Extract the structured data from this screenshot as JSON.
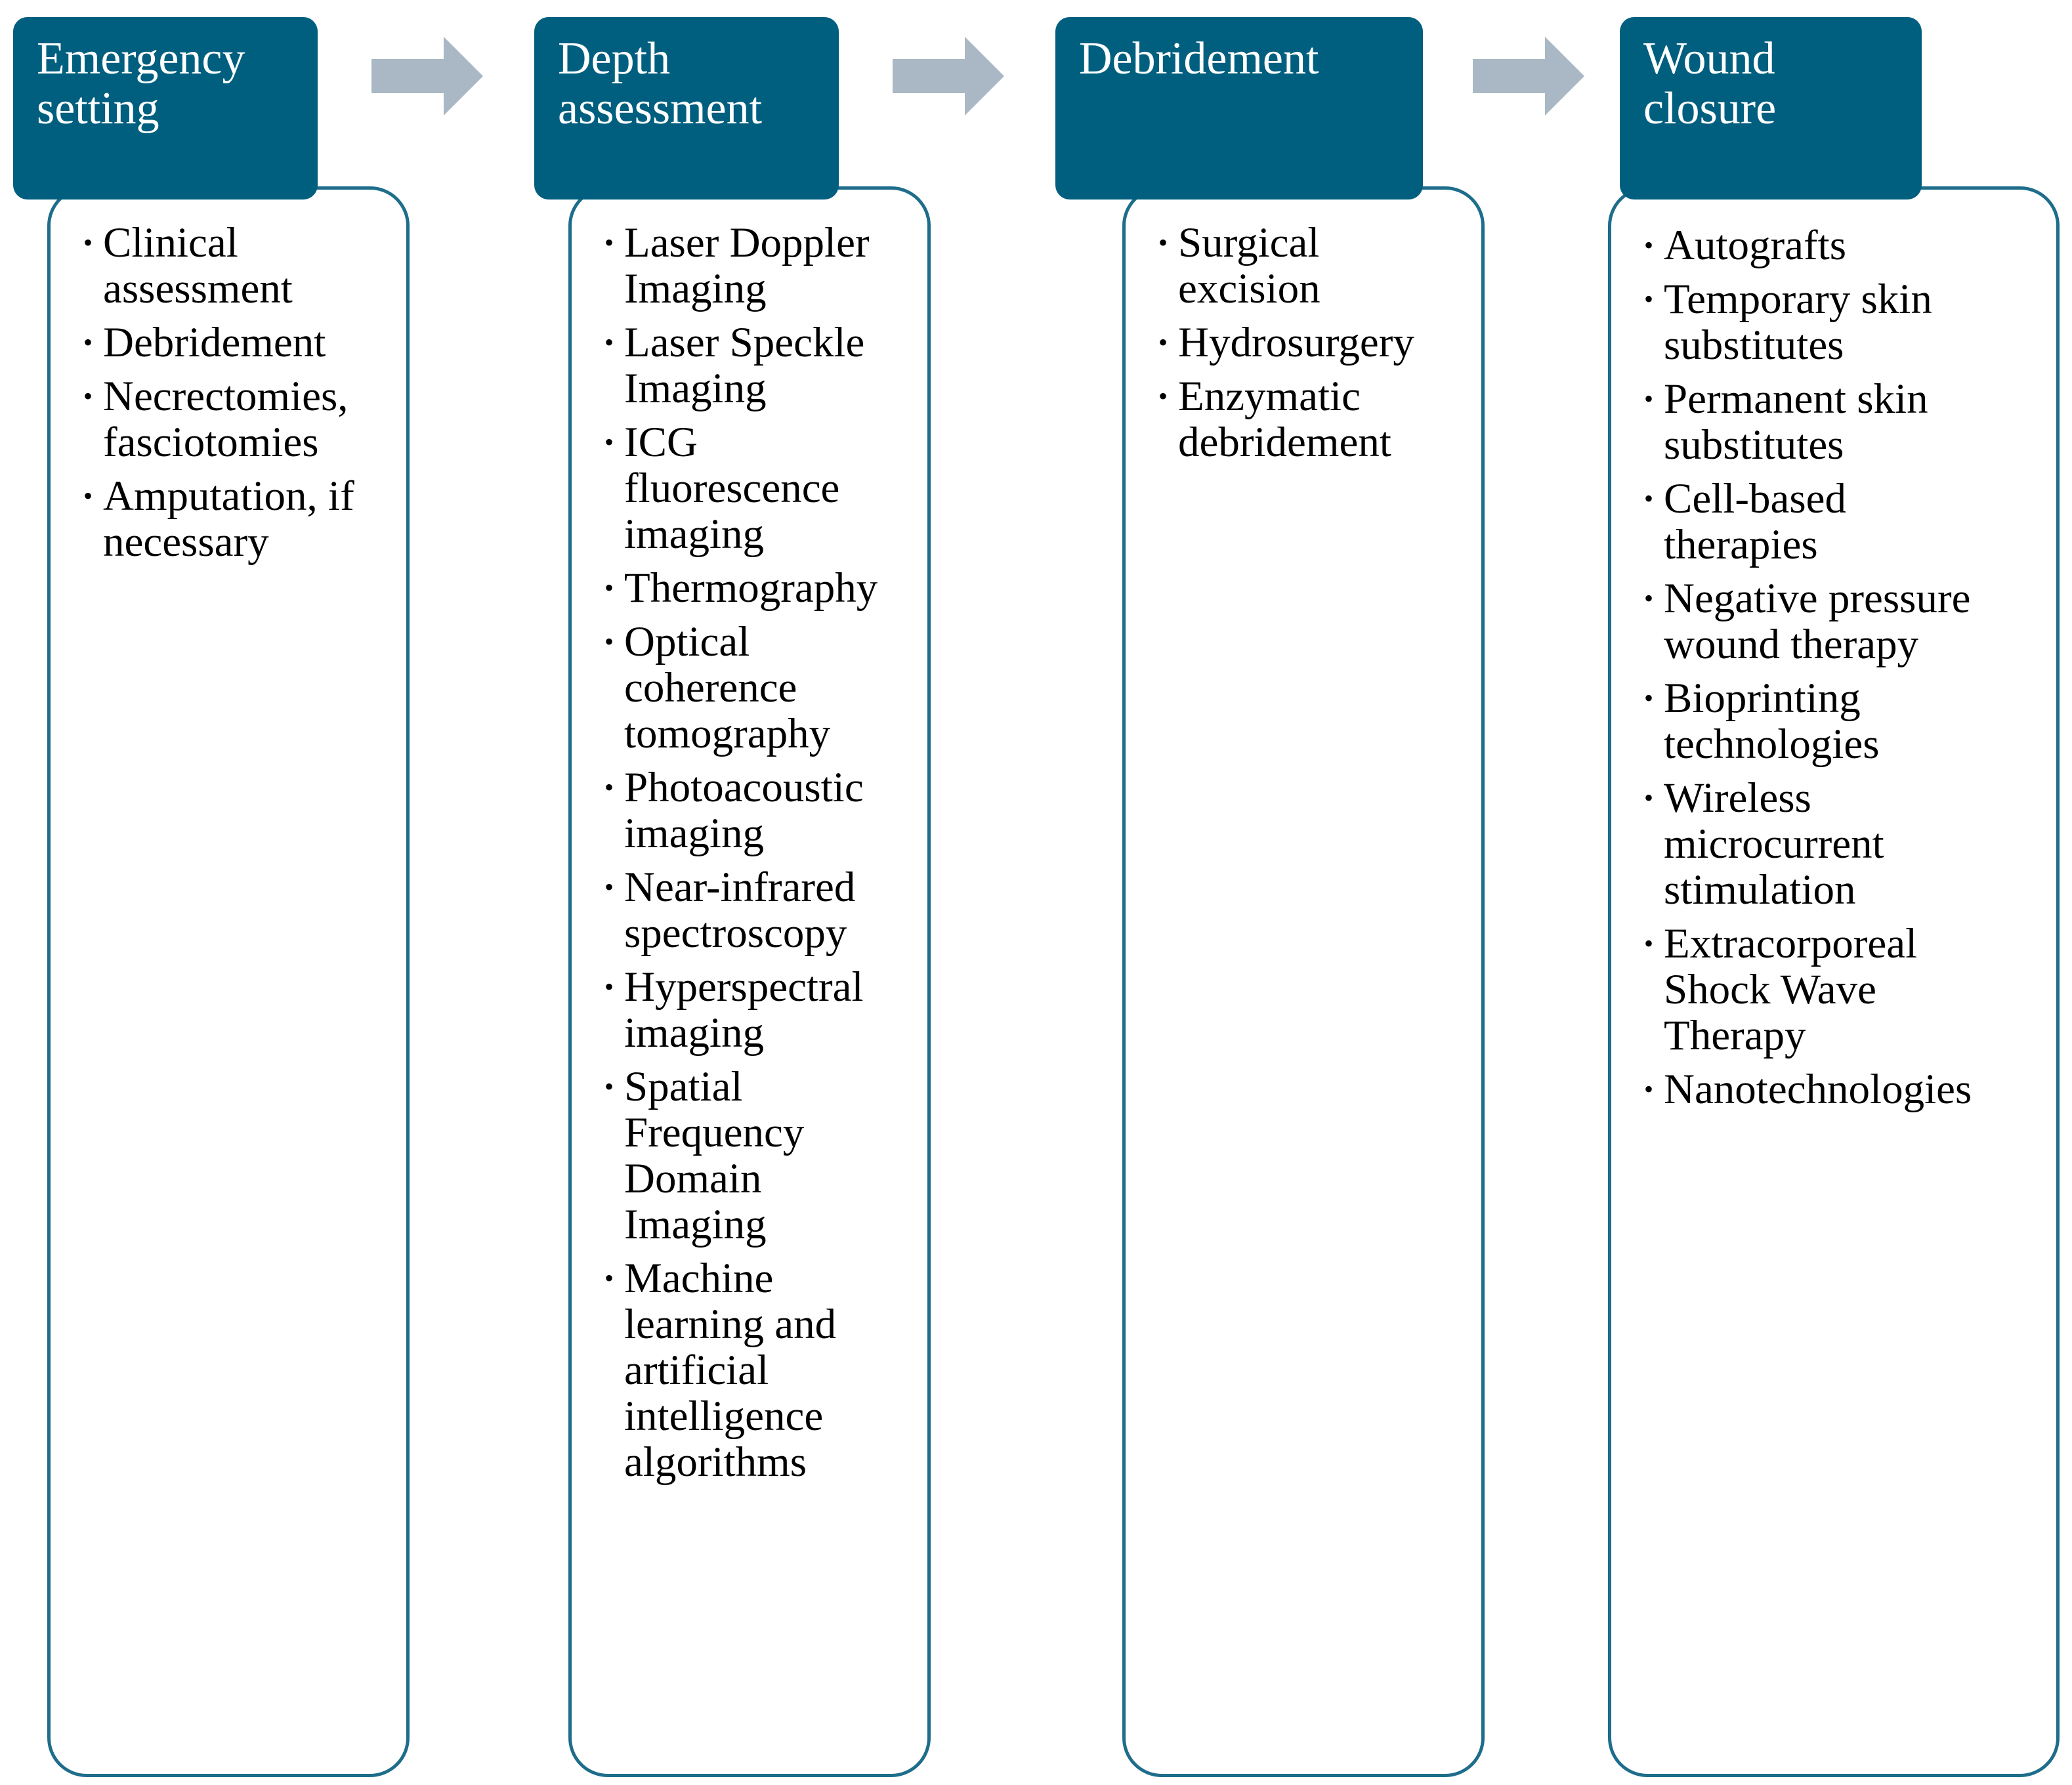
{
  "stages": [
    {
      "title_lines": [
        "Emergency",
        "setting"
      ],
      "items": [
        [
          "Clinical",
          "assessment"
        ],
        [
          "Debridement"
        ],
        [
          "Necrectomies,",
          "fasciotomies"
        ],
        [
          "Amputation, if",
          "necessary"
        ]
      ]
    },
    {
      "title_lines": [
        "Depth",
        "assessment"
      ],
      "items": [
        [
          "Laser Doppler",
          "Imaging"
        ],
        [
          "Laser Speckle",
          "Imaging"
        ],
        [
          "ICG",
          "fluorescence",
          "imaging"
        ],
        [
          "Thermography"
        ],
        [
          "Optical",
          "coherence",
          "tomography"
        ],
        [
          "Photoacoustic",
          "imaging"
        ],
        [
          "Near-infrared",
          "spectroscopy"
        ],
        [
          "Hyperspectral",
          "imaging"
        ],
        [
          "Spatial",
          "Frequency",
          "Domain",
          "Imaging"
        ],
        [
          "Machine",
          "learning and",
          "artificial",
          "intelligence",
          "algorithms"
        ]
      ]
    },
    {
      "title_lines": [
        "Debridement"
      ],
      "items": [
        [
          "Surgical",
          "excision"
        ],
        [
          "Hydrosurgery"
        ],
        [
          "Enzymatic",
          "debridement"
        ]
      ]
    },
    {
      "title_lines": [
        "Wound",
        "closure"
      ],
      "items": [
        [
          "Autografts"
        ],
        [
          "Temporary skin",
          "substitutes"
        ],
        [
          "Permanent skin",
          "substitutes"
        ],
        [
          "Cell-based",
          "therapies"
        ],
        [
          "Negative pressure",
          "wound therapy"
        ],
        [
          "Bioprinting",
          "technologies"
        ],
        [
          "Wireless",
          "microcurrent",
          "stimulation"
        ],
        [
          "Extracorporeal",
          "Shock Wave",
          "Therapy"
        ],
        [
          "Nanotechnologies"
        ]
      ]
    }
  ],
  "bullet_glyph": "•",
  "colors": {
    "header_fill": "#005f7f",
    "box_border": "#1e6d8a",
    "arrow_fill": "#a9b8c4"
  },
  "icons": {
    "flow_arrow": "right-arrow-icon"
  }
}
